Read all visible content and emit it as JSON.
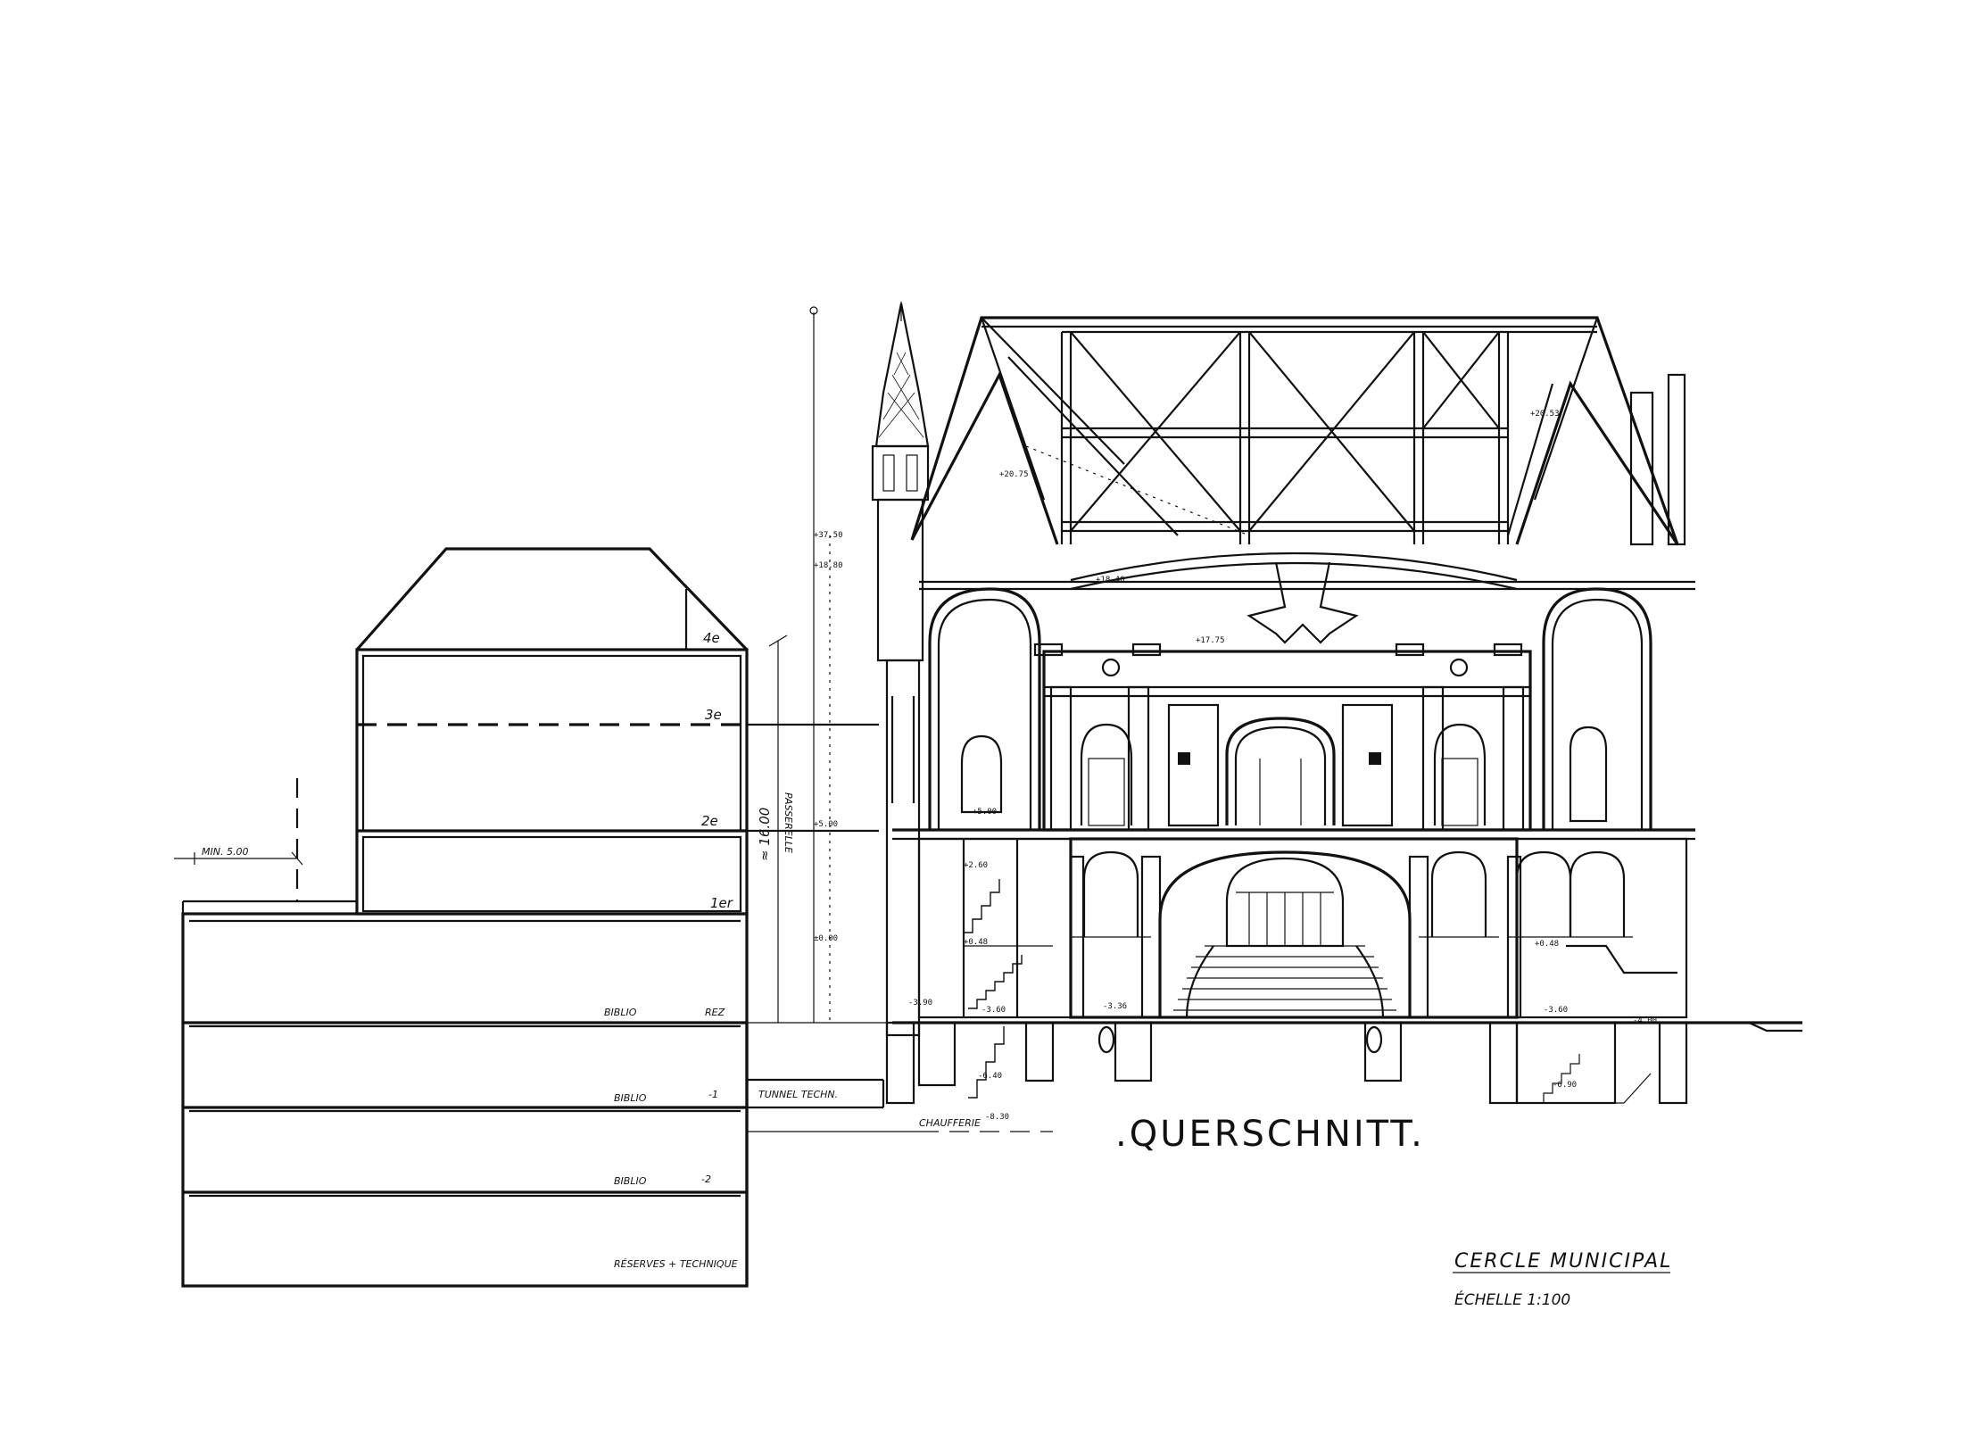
{
  "drawing": {
    "title": ".QUERSCHNITT.",
    "project": "CERCLE MUNICIPAL",
    "scale": "ÉCHELLE 1:100"
  },
  "annotations": {
    "min_offset": "MIN. 5.00",
    "passerelle": "PASSERELLE",
    "height": "≈ 16.00",
    "tunnel": "TUNNEL TECHN.",
    "chaufferie": "CHAUFFERIE"
  },
  "levels": {
    "l4": "4e",
    "l3": "3e",
    "l2": "2e",
    "l1": "1er",
    "rez": "REZ",
    "m1": "-1",
    "m2": "-2",
    "biblio_rez": "BIBLIO",
    "biblio_m1": "BIBLIO",
    "biblio_m2": "BIBLIO",
    "reserve": "RÉSERVES + TECHNIQUE"
  },
  "elevations": {
    "e1": "+37.50",
    "e2": "+18.80",
    "e3": "+20.75",
    "e4": "+18.40",
    "e5": "+17.75",
    "e6": "+20.53",
    "e7": "+5.00",
    "e8": "+5.00",
    "e9": "+2.60",
    "e10": "±0.00",
    "e11": "+0.48",
    "e12": "-3.90",
    "e13": "-3.60",
    "e14": "-3.36",
    "e15": "-3.60",
    "e16": "+0.48",
    "e17": "-4.00",
    "e18": "-6.40",
    "e19": "-6.90",
    "e20": "-8.30"
  }
}
